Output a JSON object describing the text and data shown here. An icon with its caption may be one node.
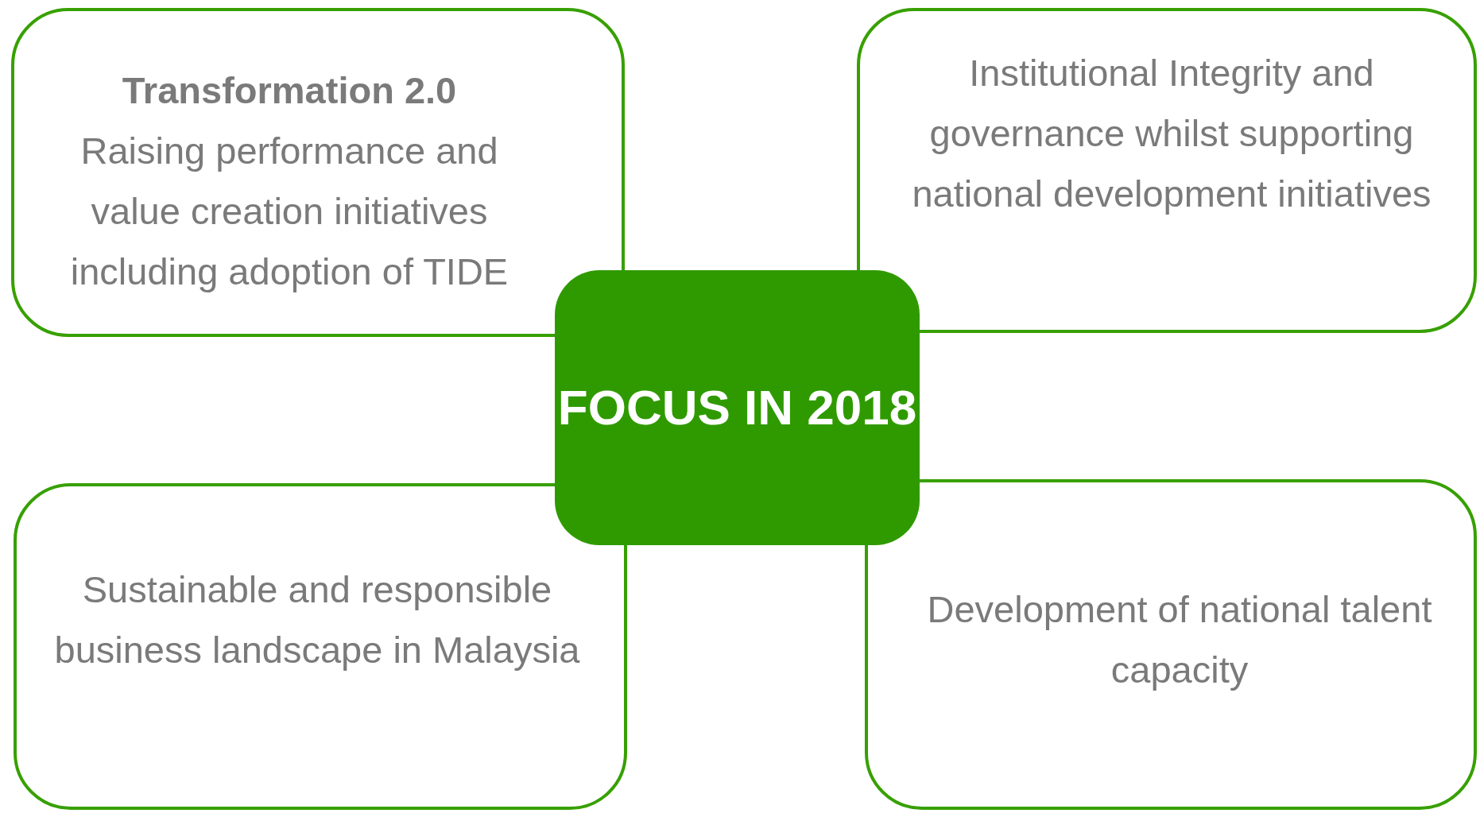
{
  "diagram": {
    "nodes": [
      {
        "text": [
          "Transformation 2.0",
          "Raising performance and value creation initiatives including adoption of TIDE"
        ]
      },
      {
        "text": [
          "Institutional Integrity and governance whilst supporting national development initiatives"
        ]
      },
      {
        "text": [
          "FOCUS IN 2018"
        ]
      },
      {
        "text": [
          "Sustainable and responsible business landscape in Malaysia"
        ]
      },
      {
        "text": [
          "Development of national talent capacity"
        ]
      }
    ]
  }
}
